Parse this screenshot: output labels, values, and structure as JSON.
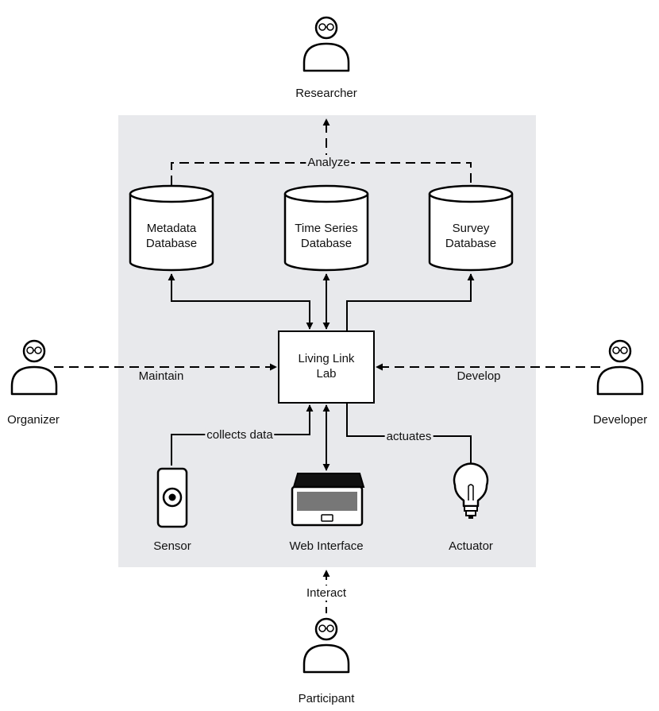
{
  "actors": {
    "researcher": "Researcher",
    "organizer": "Organizer",
    "developer": "Developer",
    "participant": "Participant"
  },
  "databases": {
    "metadata": [
      "Metadata",
      "Database"
    ],
    "timeseries": [
      "Time Series",
      "Database"
    ],
    "survey": [
      "Survey",
      "Database"
    ]
  },
  "hub": [
    "Living Link",
    "Lab"
  ],
  "devices": {
    "sensor": "Sensor",
    "web_interface": "Web Interface",
    "actuator": "Actuator"
  },
  "edges": {
    "analyze": "Analyze",
    "maintain": "Maintain",
    "develop": "Develop",
    "collects_data": "collects data",
    "actuates": "actuates",
    "interact": "Interact"
  },
  "colors": {
    "system_background": "#e8e9ec",
    "stroke": "#000000"
  },
  "icons": [
    "person-icon",
    "database-icon",
    "sensor-icon",
    "laptop-icon",
    "lightbulb-icon"
  ]
}
